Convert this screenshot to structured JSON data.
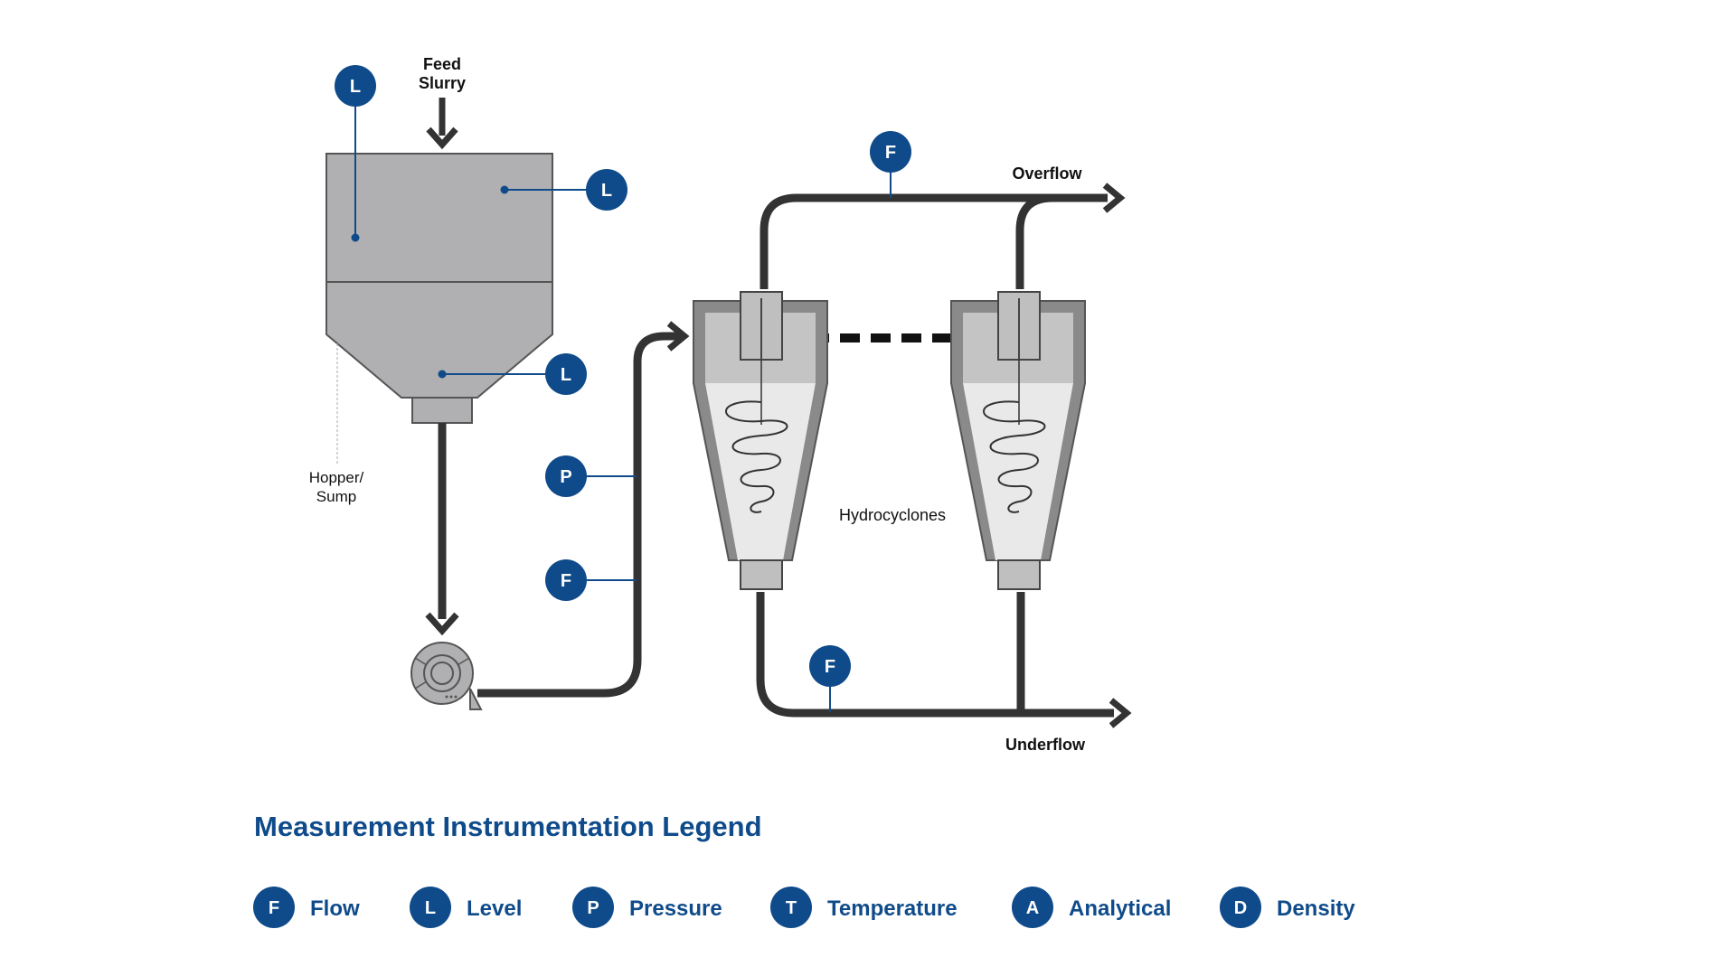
{
  "colors": {
    "instrument_blue": "#0f4b8a",
    "pipe": "#333333",
    "vessel_fill": "#b0afb1",
    "vessel_stroke": "#555555",
    "cyclone_inner": "#e6e6e6",
    "background": "#ffffff"
  },
  "diagram": {
    "labels": {
      "feed_line1": "Feed",
      "feed_line2": "Slurry",
      "hopper_line1": "Hopper/",
      "hopper_line2": "Sump",
      "hydrocyclones": "Hydrocyclones",
      "overflow": "Overflow",
      "underflow": "Underflow"
    },
    "instruments": {
      "hopper_level_top": "L",
      "hopper_level_side": "L",
      "hopper_level_cone": "L",
      "pressure": "P",
      "feed_flow": "F",
      "overflow_flow": "F",
      "underflow_flow": "F"
    }
  },
  "legend": {
    "title": "Measurement Instrumentation Legend",
    "items": [
      {
        "symbol": "F",
        "label": "Flow"
      },
      {
        "symbol": "L",
        "label": "Level"
      },
      {
        "symbol": "P",
        "label": "Pressure"
      },
      {
        "symbol": "T",
        "label": "Temperature"
      },
      {
        "symbol": "A",
        "label": "Analytical"
      },
      {
        "symbol": "D",
        "label": "Density"
      }
    ]
  }
}
